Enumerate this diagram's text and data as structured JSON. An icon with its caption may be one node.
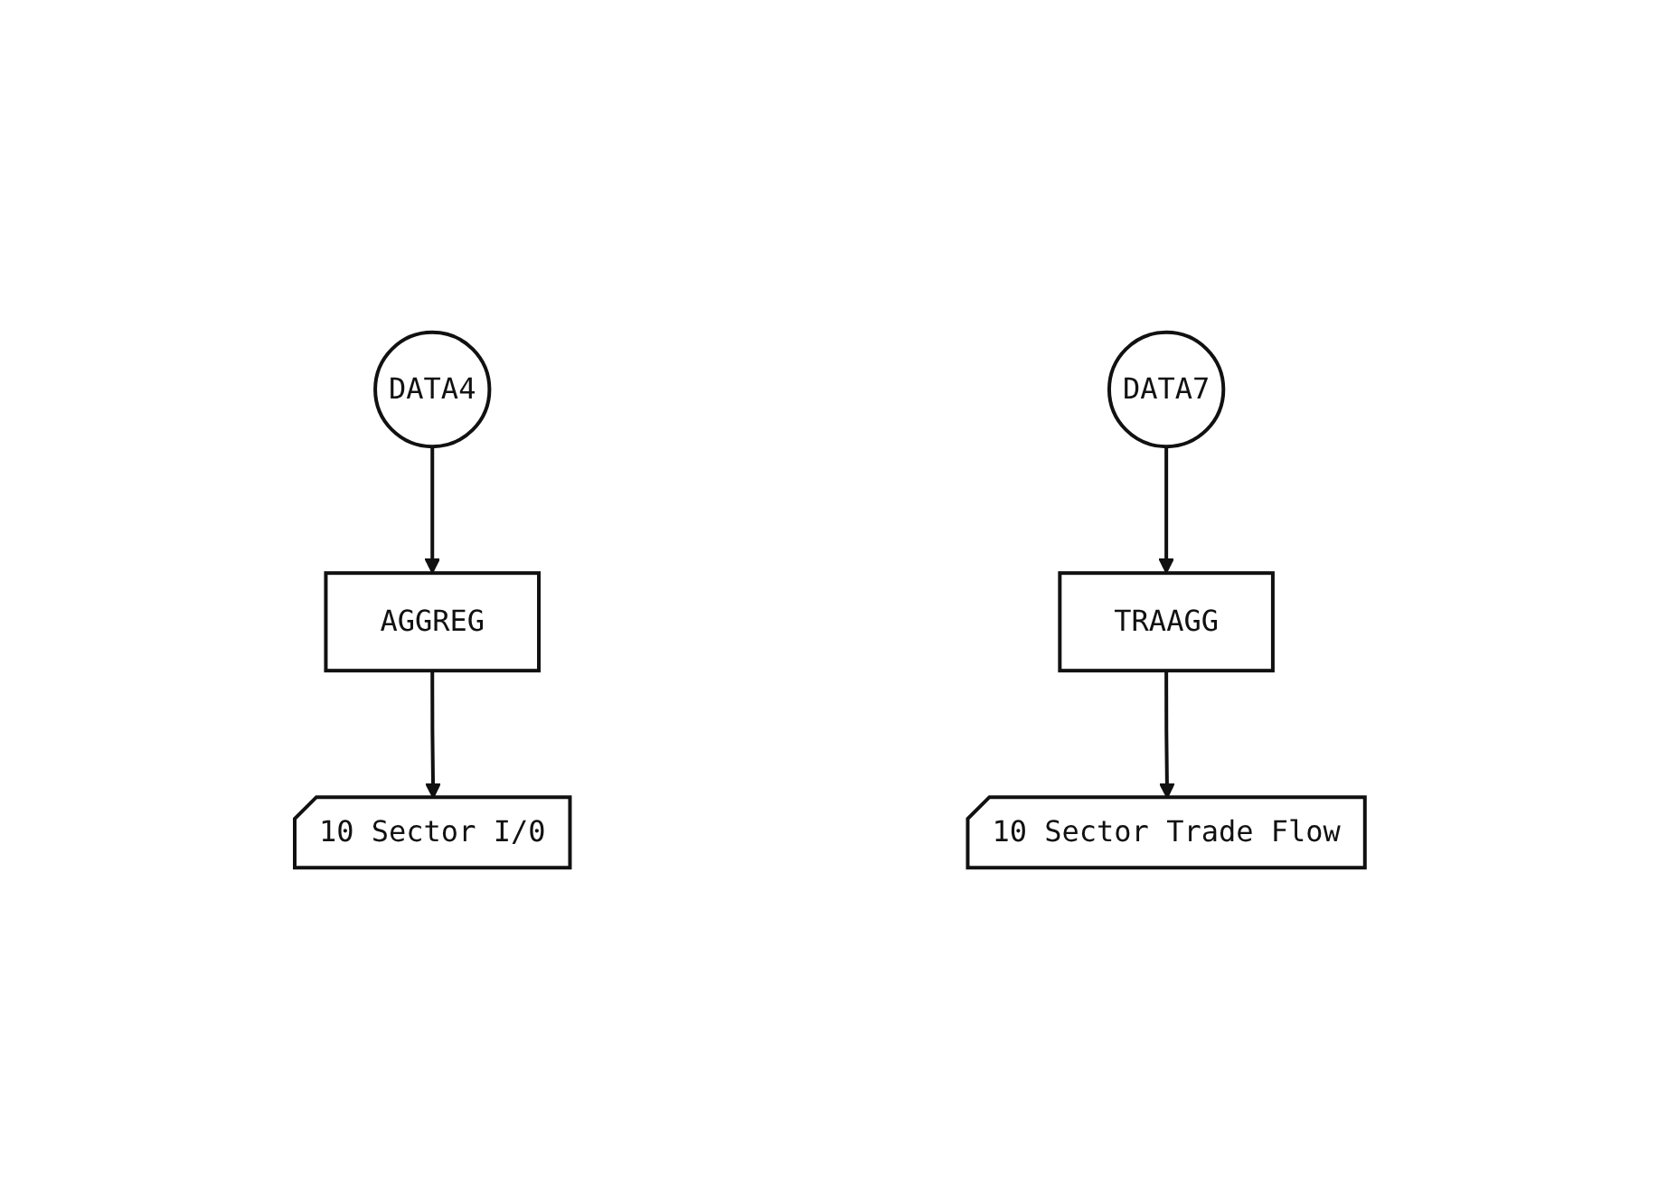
{
  "diagram": {
    "nodes": [
      {
        "text": [
          "DATA4"
        ]
      },
      {
        "text": [
          "AGGREG"
        ]
      },
      {
        "text": [
          "10 Sector I/0"
        ]
      },
      {
        "text": [
          "DATA7"
        ]
      },
      {
        "text": [
          "TRAAGG"
        ]
      },
      {
        "text": [
          "10 Sector Trade Flow"
        ]
      }
    ],
    "edges": [
      {
        "from": 0,
        "to": 1,
        "arrow": "to"
      },
      {
        "from": 1,
        "to": 2,
        "arrow": "to"
      },
      {
        "from": 3,
        "to": 4,
        "arrow": "to"
      },
      {
        "from": 4,
        "to": 5,
        "arrow": "to"
      }
    ]
  }
}
